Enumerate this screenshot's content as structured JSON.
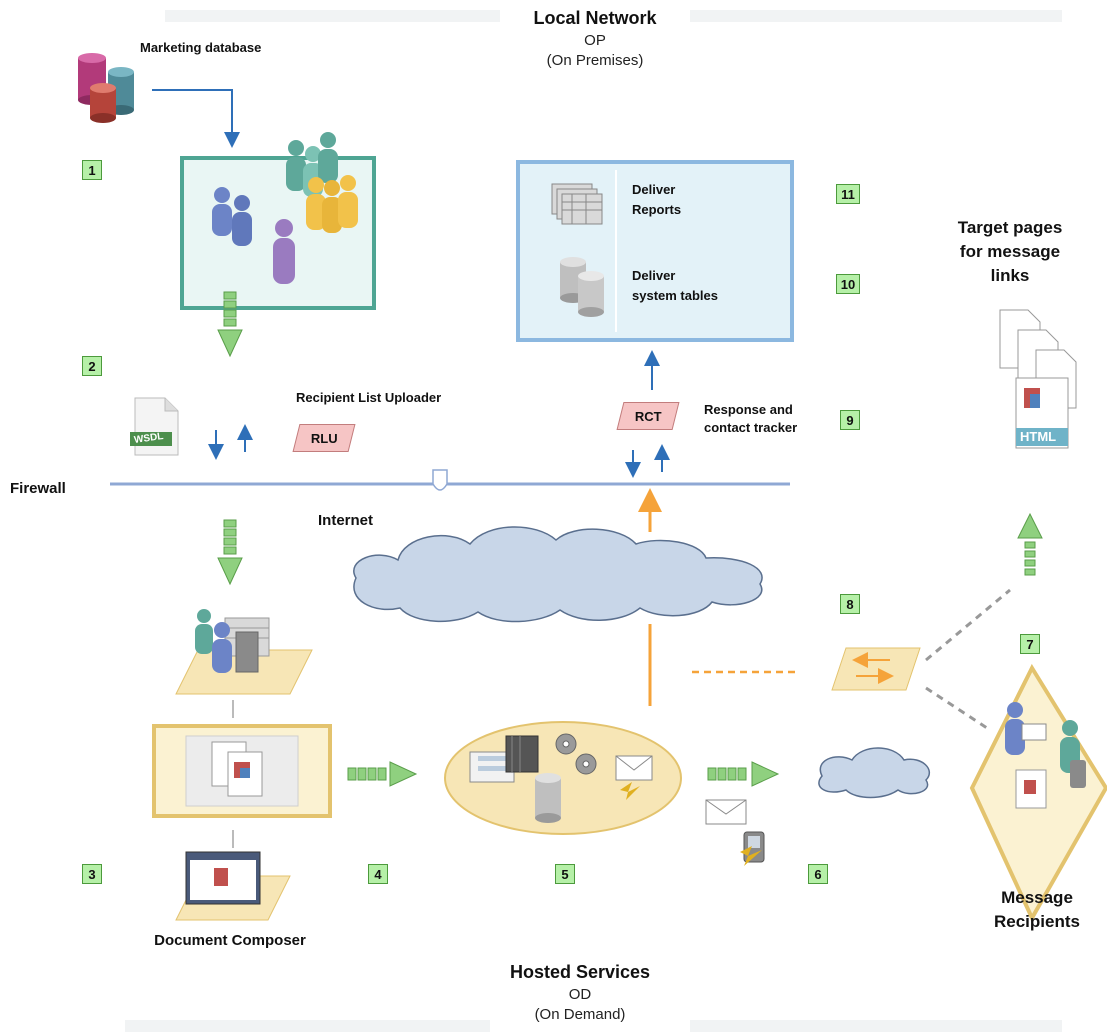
{
  "header": {
    "title": "Local Network",
    "line1": "OP",
    "line2": "(On Premises)"
  },
  "footer": {
    "title": "Hosted Services",
    "line1": "OD",
    "line2": "(On Demand)"
  },
  "labels": {
    "marketing_db": "Marketing database",
    "recipient_list_uploader": "Recipient List Uploader",
    "rlu": "RLU",
    "rct": "RCT",
    "response_tracker_line1": "Response and",
    "response_tracker_line2": "contact tracker",
    "firewall": "Firewall",
    "internet": "Internet",
    "deliver_reports_line1": "Deliver",
    "deliver_reports_line2": "Reports",
    "deliver_tables_line1": "Deliver",
    "deliver_tables_line2": "system tables",
    "target_pages_line1": "Target pages",
    "target_pages_line2": "for message",
    "target_pages_line3": "links",
    "document_composer": "Document Composer",
    "message_recipients_line1": "Message",
    "message_recipients_line2": "Recipients",
    "wsdl": "WSDL",
    "html": "HTML"
  },
  "steps": {
    "s1": "1",
    "s2": "2",
    "s3": "3",
    "s4": "4",
    "s5": "5",
    "s6": "6",
    "s7": "7",
    "s8": "8",
    "s9": "9",
    "s10": "10",
    "s11": "11"
  },
  "colors": {
    "step_fill": "#b6f0a8",
    "green_arrow": "#8fd07f",
    "blue_arrow": "#2e6fb8",
    "orange_arrow": "#f5a33a",
    "firewall_line": "#8fa8d4",
    "panel_fill": "#e3f2f8",
    "teal_border": "#4ea593",
    "gold": "#f0d48c"
  }
}
